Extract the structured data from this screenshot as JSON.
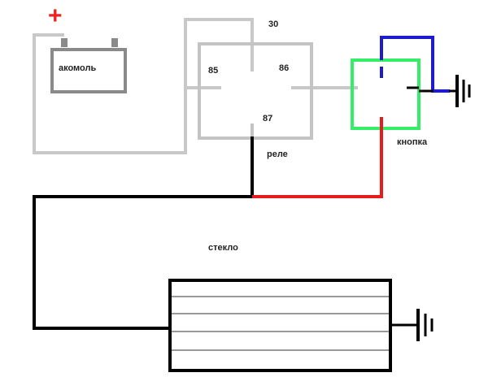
{
  "battery": {
    "label": "акомоль",
    "plus_sign": "+"
  },
  "relay": {
    "label": "реле",
    "pins": {
      "p30": "30",
      "p85": "85",
      "p86": "86",
      "p87": "87"
    }
  },
  "button": {
    "label": "кнопка"
  },
  "glass": {
    "label": "стекло"
  },
  "colors": {
    "gray_wire": "#c8c8c8",
    "relay_box": "#c4c4c4",
    "battery_box": "#8a8a8a",
    "black_wire": "#000000",
    "red_wire": "#e51c1c",
    "blue_wire": "#1c1ccc",
    "button_box": "#33ee66",
    "plus": "#ee2020"
  }
}
